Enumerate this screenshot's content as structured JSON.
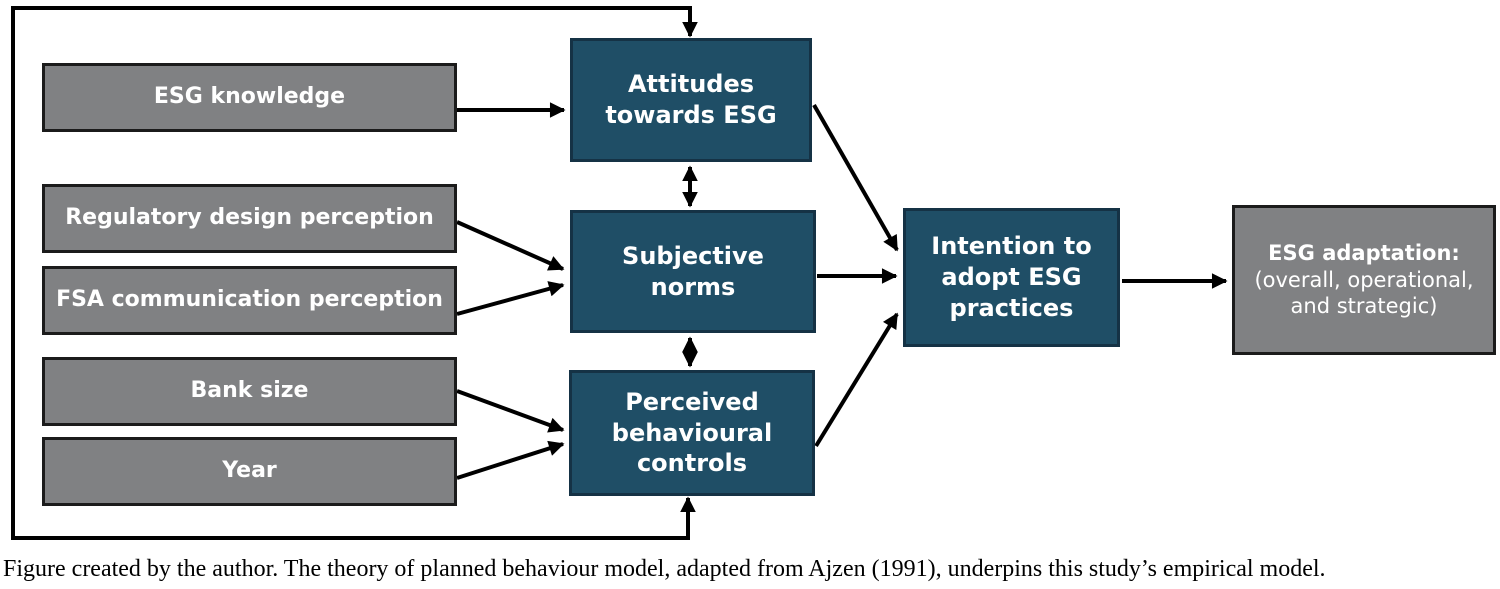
{
  "diagram": {
    "boxes": {
      "esg_knowledge": {
        "lines": [
          "ESG knowledge"
        ]
      },
      "regulatory_design": {
        "lines": [
          "Regulatory design perception"
        ]
      },
      "fsa_communication": {
        "lines": [
          "FSA communication perception"
        ]
      },
      "bank_size": {
        "lines": [
          "Bank size"
        ]
      },
      "year": {
        "lines": [
          "Year"
        ]
      },
      "attitudes": {
        "lines": [
          "Attitudes",
          "towards ESG"
        ]
      },
      "subjective_norms": {
        "lines": [
          "Subjective",
          "norms"
        ]
      },
      "perceived_controls": {
        "lines": [
          "Perceived",
          "behavioural",
          "controls"
        ]
      },
      "intention": {
        "lines": [
          "Intention to",
          "adopt ESG",
          "practices"
        ]
      },
      "esg_adaptation": {
        "title": "ESG adaptation:",
        "line2": "(overall, operational,",
        "line3": "and strategic)"
      }
    },
    "colors": {
      "dark_box": "#1f4e66",
      "gray_box": "#808183",
      "line": "#000000",
      "background": "#ffffff"
    },
    "caption": "Figure created by the author. The theory of planned behaviour model, adapted from Ajzen (1991), underpins this study’s empirical model."
  }
}
